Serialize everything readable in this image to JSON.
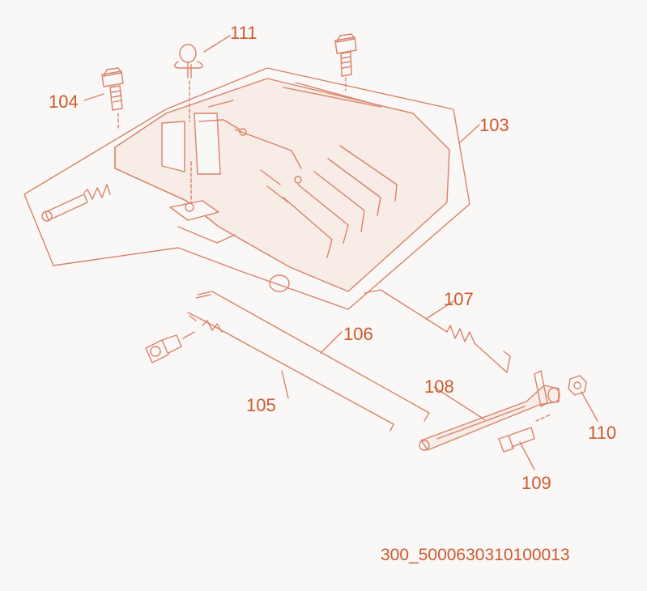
{
  "diagram": {
    "drawing_id": "300_5000630310100013",
    "colors": {
      "line": "#d8826a",
      "label": "#cc5a2e",
      "fill": "#f7ece6",
      "background": "#faf8f6"
    },
    "parts": [
      {
        "id": "p103",
        "label": "103",
        "icon": "deck-housing"
      },
      {
        "id": "p104",
        "label": "104",
        "icon": "flange-bolt"
      },
      {
        "id": "p105",
        "label": "105",
        "icon": "rod"
      },
      {
        "id": "p106",
        "label": "106",
        "icon": "rod"
      },
      {
        "id": "p107",
        "label": "107",
        "icon": "spring"
      },
      {
        "id": "p108",
        "label": "108",
        "icon": "lever"
      },
      {
        "id": "p109",
        "label": "109",
        "icon": "carriage-bolt"
      },
      {
        "id": "p110",
        "label": "110",
        "icon": "nut"
      },
      {
        "id": "p111",
        "label": "111",
        "icon": "hair-pin"
      }
    ]
  }
}
